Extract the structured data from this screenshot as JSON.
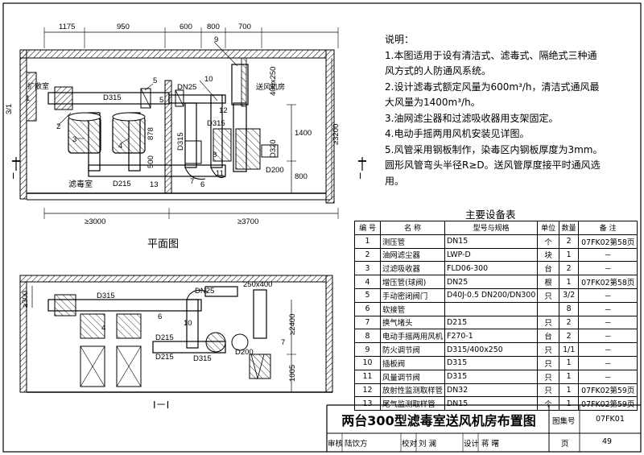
{
  "plan": {
    "dims_top": [
      "1175",
      "950",
      "600",
      "800",
      "700"
    ],
    "dims_bottom": [
      "≥3000",
      "≥3700"
    ],
    "dims_right": [
      "1400",
      "800",
      "≥3200"
    ],
    "dims_inner": [
      "500",
      "878",
      "400x250"
    ],
    "labels": {
      "room1": "扩散室",
      "room2": "滤毒室",
      "room3": "送风机房",
      "dn25": "DN25",
      "d315_a": "D315",
      "d315_b": "D315",
      "d315_c": "D315",
      "d215": "D215",
      "d320": "D320",
      "d200": "D200",
      "section_mark": "I",
      "section_mark2": "I",
      "dim_31": "3/1"
    },
    "callouts": [
      "1",
      "2",
      "3",
      "4",
      "5",
      "6",
      "7",
      "8",
      "9",
      "10",
      "11",
      "12",
      "13",
      "5"
    ],
    "caption": "平面图"
  },
  "section": {
    "labels": {
      "d315_a": "D315",
      "d315_b": "D315",
      "dn25": "DN25",
      "d215_a": "D215",
      "d215_b": "D215",
      "d200": "D200",
      "dim_250x400": "250x400",
      "dim_300": "≥300",
      "dim_2400": "≥2400",
      "dim_1005": "1005"
    },
    "callouts": [
      "4",
      "6",
      "10",
      "7"
    ],
    "caption": "I－I"
  },
  "notes": {
    "title": "说明：",
    "items": [
      "1.本图适用于设有清洁式、滤毒式、隔绝式三种通",
      "风方式的人防通风系统。",
      "2.设计滤毒式额定风量为600m³/h，清洁式通风最",
      "大风量为1400m³/h。",
      "3.油网滤尘器和过滤吸收器用支架固定。",
      "4.电动手摇两用风机安装见详图。",
      "5.风管采用钢板制作，染毒区内钢板厚度为3mm。",
      "圆形风管弯头半径R≥D。送风管厚度接平时通风选",
      "用。"
    ]
  },
  "equipment": {
    "title": "主要设备表",
    "headers": [
      "编 号",
      "名   称",
      "型号与规格",
      "单位",
      "数量",
      "备   注"
    ],
    "rows": [
      [
        "1",
        "测压管",
        "DN15",
        "个",
        "2",
        "07FK02第58页"
      ],
      [
        "2",
        "油网滤尘器",
        "LWP-D",
        "块",
        "1",
        "－"
      ],
      [
        "3",
        "过滤吸收器",
        "FLD06-300",
        "台",
        "2",
        "－"
      ],
      [
        "4",
        "增压管(球阀)",
        "DN25",
        "根",
        "1",
        "07FK02第58页"
      ],
      [
        "5",
        "手动密闭阀门",
        "D40J-0.5 DN200/DN300",
        "只",
        "3/2",
        "－"
      ],
      [
        "6",
        "软接管",
        "",
        "",
        "8",
        "－"
      ],
      [
        "7",
        "换气堵头",
        "D215",
        "只",
        "2",
        "－"
      ],
      [
        "8",
        "电动手摇两用风机",
        "F270-1",
        "台",
        "2",
        "－"
      ],
      [
        "9",
        "防火调节阀",
        "D315/400x250",
        "只",
        "1/1",
        "－"
      ],
      [
        "10",
        "插板阀",
        "D315",
        "只",
        "1",
        "－"
      ],
      [
        "11",
        "风量调节阀",
        "D315",
        "只",
        "1",
        "－"
      ],
      [
        "12",
        "放射性监测取样管",
        "DN32",
        "只",
        "1",
        "07FK02第59页"
      ],
      [
        "13",
        "尾气监测取样管",
        "DN15",
        "个",
        "1",
        "07FK02第59页"
      ]
    ]
  },
  "titleblock": {
    "title": "两台300型滤毒室送风机房布置图",
    "atlas_label": "图集号",
    "atlas_no": "07FK01",
    "review_label": "审核",
    "reviewer": "陆饮方",
    "check_label": "校对",
    "checker": "刘 澜",
    "design_label": "设计",
    "designer": "蒋 曙",
    "page_label": "页",
    "page_no": "49"
  }
}
